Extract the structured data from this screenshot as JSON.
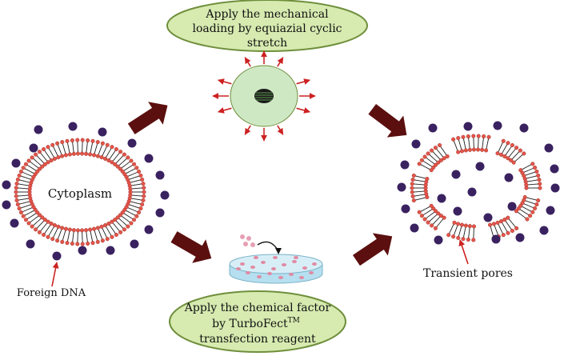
{
  "top_box": {
    "line1": "Apply the mechanical",
    "line2": "loading by equiazial cyclic",
    "line3": "stretch"
  },
  "bottom_box": {
    "line1": "Apply the chemical factor",
    "line2_prefix": "by TurboFect",
    "line2_sup": "TM",
    "line3": "transfection reagent"
  },
  "labels": {
    "cytoplasm": "Cytoplasm",
    "foreign_dna": "Foreign DNA",
    "transient_pores": "Transient pores"
  },
  "colors": {
    "box_fill": "#d7eab0",
    "box_stroke": "#6f8f3c",
    "arrow_fill": "#5c0f0f",
    "dna_fill": "#3a2260",
    "head_fill": "#e4554a",
    "tail_stroke": "#1a1a1a",
    "pointer": "#cc2222",
    "cell_fill": "#cfe8c4",
    "dish_liquid": "#b6dff0"
  }
}
